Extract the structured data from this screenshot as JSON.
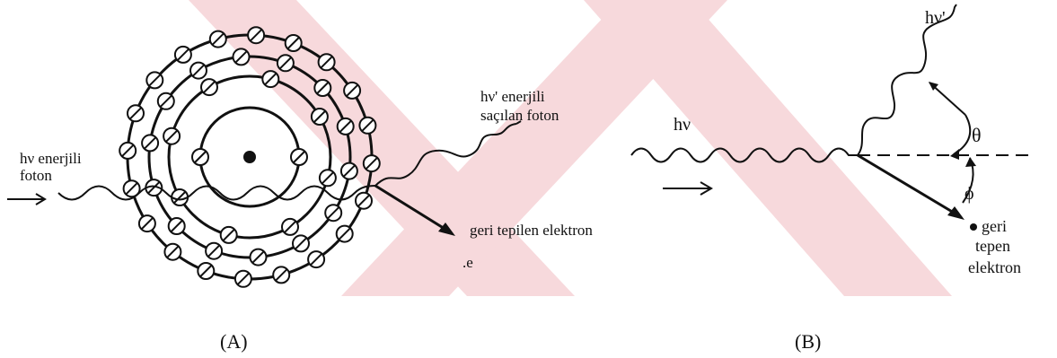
{
  "colors": {
    "ink": "#111111",
    "watermark": "#f7d9dc"
  },
  "panel_a": {
    "incoming_label_line1": "hν  enerjili",
    "incoming_label_line2": "foton",
    "scattered_label_line1": "hν' enerjili",
    "scattered_label_line2": "saçılan foton",
    "recoil_label": "geri tepilen elektron",
    "electron_symbol": ".e",
    "caption": "(A)"
  },
  "panel_b": {
    "incoming_label": "hν",
    "scattered_label": "hν'",
    "theta": "θ",
    "phi": "ϕ",
    "recoil_line1": "geri",
    "recoil_line2": "tepen",
    "recoil_line3": "elektron",
    "caption": "(B)"
  }
}
